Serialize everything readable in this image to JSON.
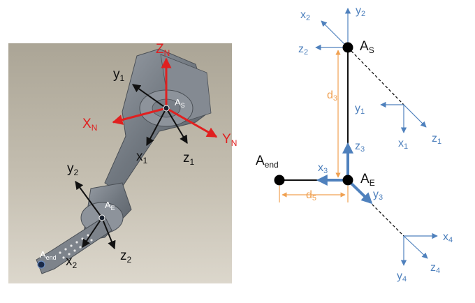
{
  "left_panel": {
    "frame_N": {
      "x": "X",
      "y": "Y",
      "z": "Z",
      "sub": "N"
    },
    "frame_1": {
      "x": "x",
      "y": "y",
      "z": "z",
      "sub": "1"
    },
    "frame_2": {
      "x": "x",
      "y": "y",
      "z": "z",
      "sub": "2"
    },
    "point_S": {
      "main": "A",
      "sub": "S"
    },
    "point_E": {
      "main": "A",
      "sub": "E"
    },
    "point_end": {
      "main": "A",
      "sub": "end"
    }
  },
  "right_panel": {
    "frame_2": {
      "x": "x",
      "y": "y",
      "z": "z",
      "sub": "2"
    },
    "frame_1": {
      "x": "x",
      "y": "y",
      "z": "z",
      "sub": "1"
    },
    "frame_3": {
      "x": "x",
      "y": "y",
      "z": "z",
      "sub": "3"
    },
    "frame_4": {
      "x": "x",
      "y": "y",
      "z": "z",
      "sub": "4"
    },
    "point_S": {
      "main": "A",
      "sub": "S"
    },
    "point_E": {
      "main": "A",
      "sub": "E"
    },
    "point_end": {
      "main": "A",
      "sub": "end"
    },
    "dim_3": {
      "main": "d",
      "sub": "3"
    },
    "dim_5": {
      "main": "d",
      "sub": "5"
    }
  },
  "colors": {
    "red_axes": "#e02020",
    "blue_axes": "#4f81bd",
    "orange_dims": "#f0a050",
    "photo_background": "#b9b3a6"
  }
}
